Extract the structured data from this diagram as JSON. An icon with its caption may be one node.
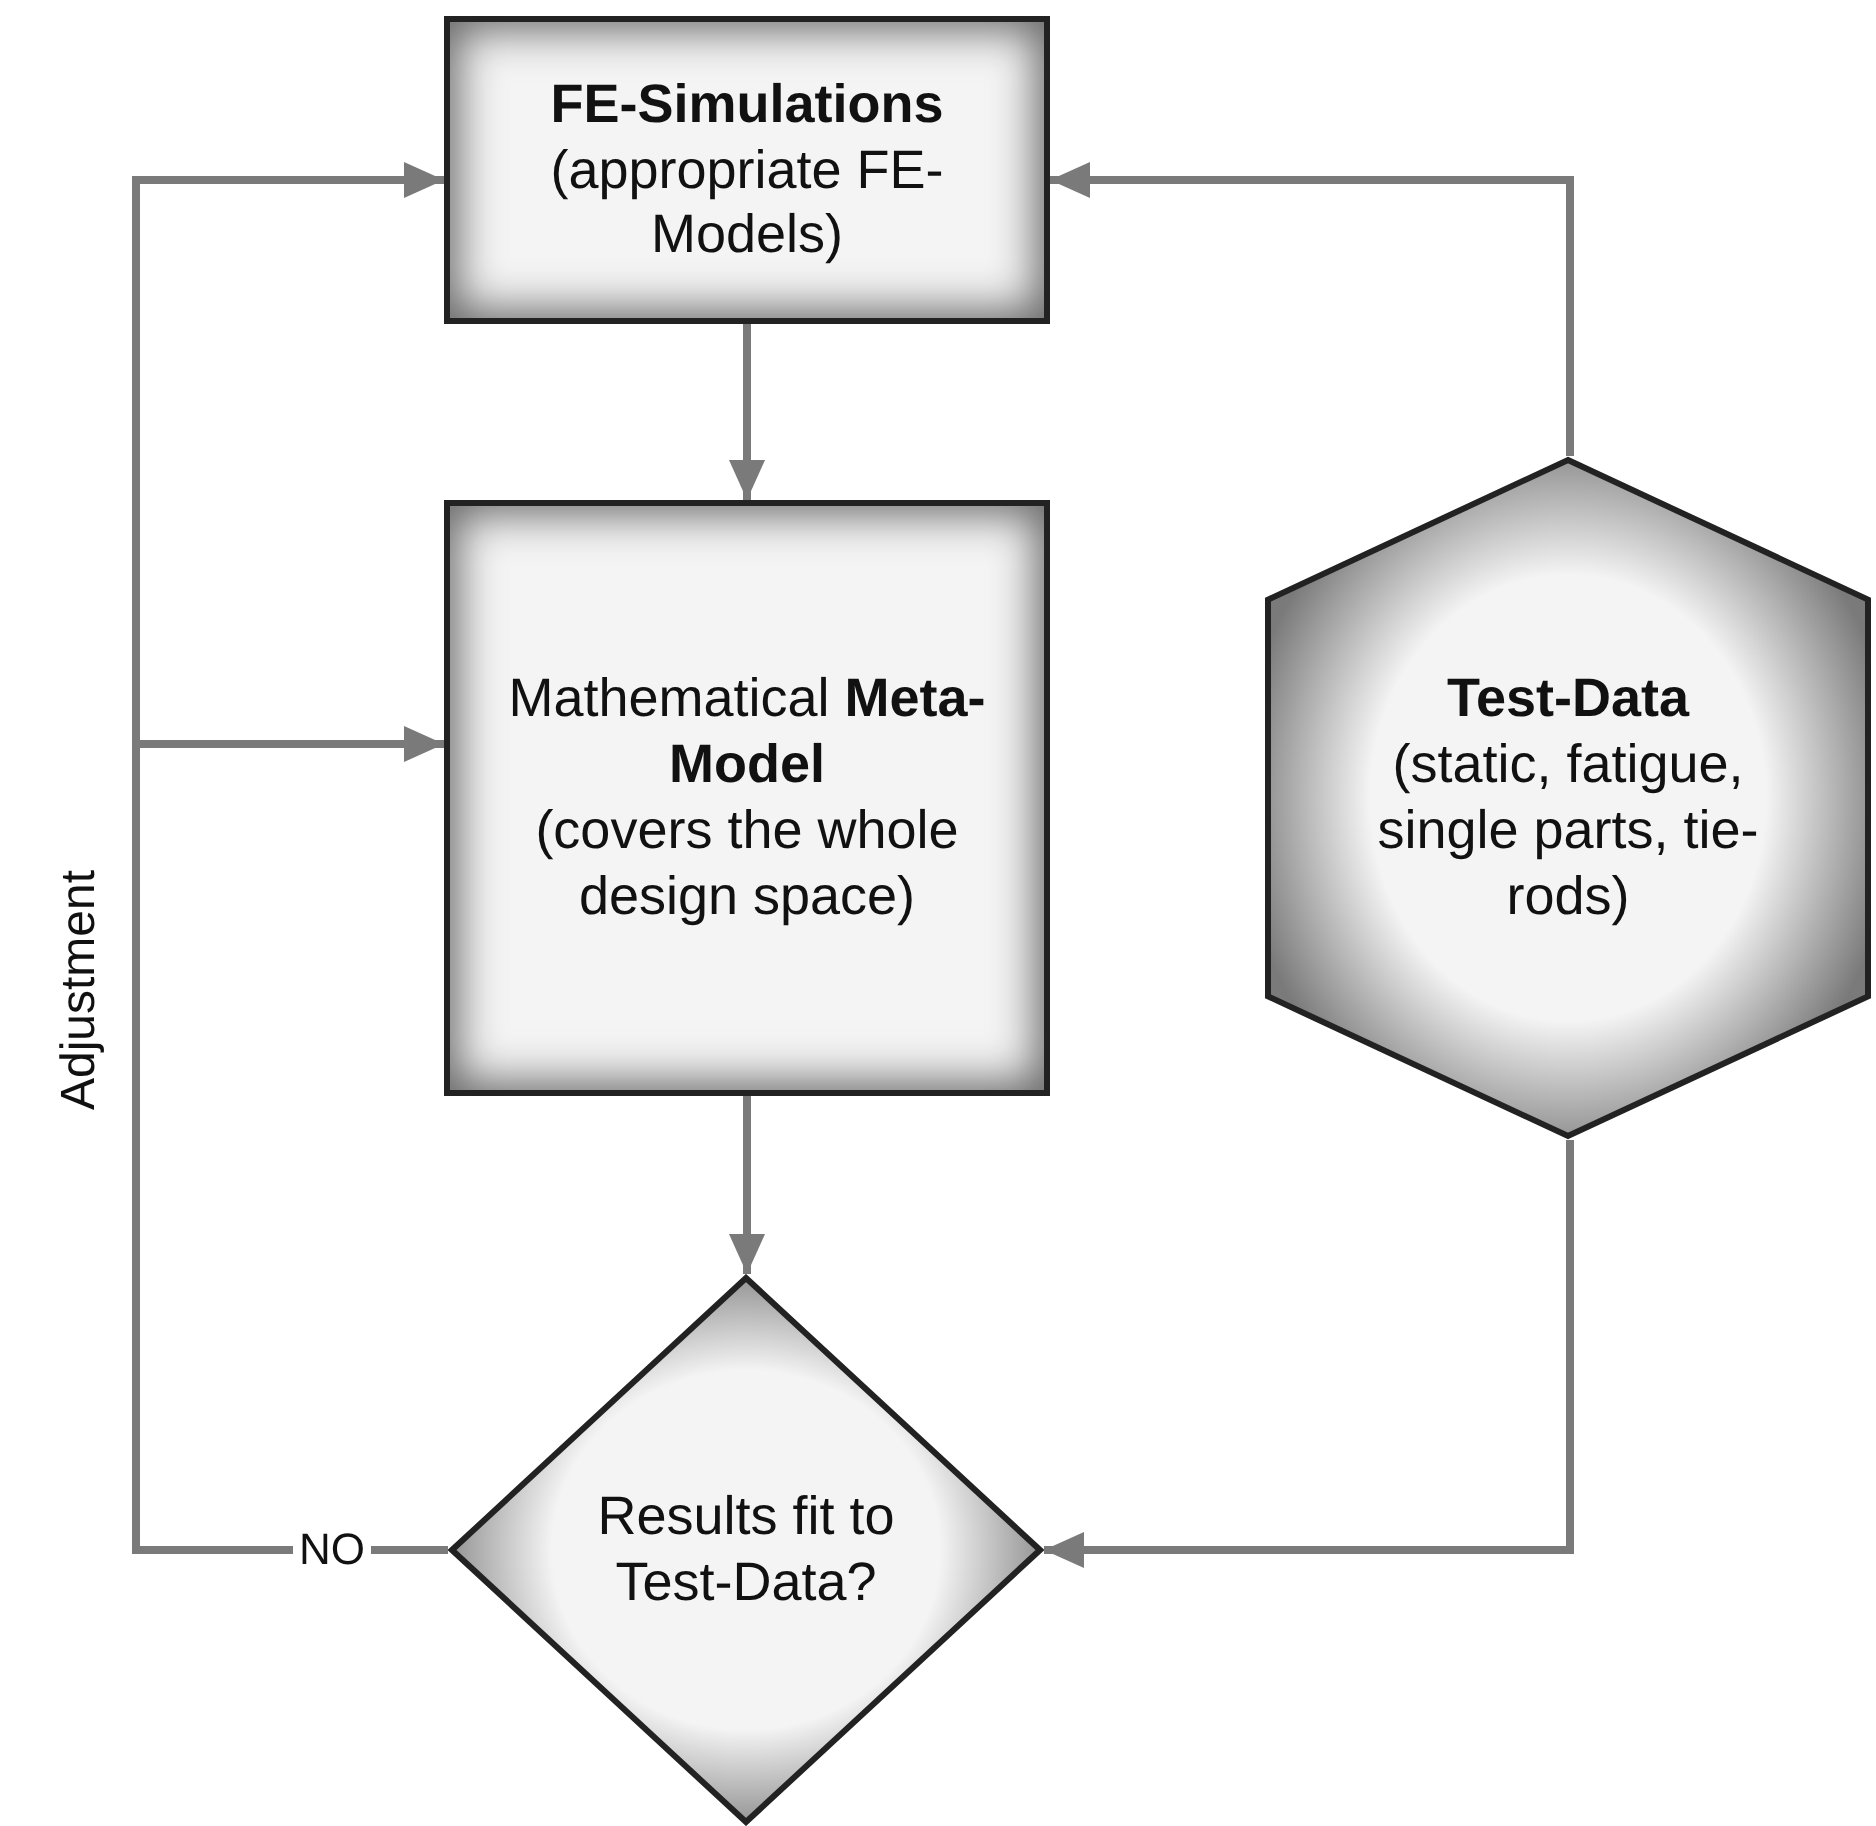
{
  "diagram": {
    "nodes": [
      {
        "text": [
          "FE-Simulations",
          "(appropriate FE-Models)"
        ]
      },
      {
        "text": [
          "Mathematical **Meta-Model**",
          "(covers the whole design space)"
        ]
      },
      {
        "text": [
          "Test-Data",
          "(static, fatigue, single parts, tie-rods)"
        ]
      },
      {
        "text": [
          "Results fit to Test-Data?"
        ]
      }
    ],
    "edges": [
      {
        "from": 0,
        "to": 1,
        "arrow": "to"
      },
      {
        "from": 1,
        "to": 3,
        "arrow": "to"
      },
      {
        "from": 2,
        "to": 3,
        "arrow": "to"
      },
      {
        "from": 2,
        "to": 0,
        "arrow": "to"
      },
      {
        "from": 3,
        "to": 0,
        "arrow": "to",
        "label": "NO"
      },
      {
        "from": 3,
        "to": 1,
        "arrow": "to"
      }
    ],
    "labels": [
      "Adjustment"
    ]
  }
}
